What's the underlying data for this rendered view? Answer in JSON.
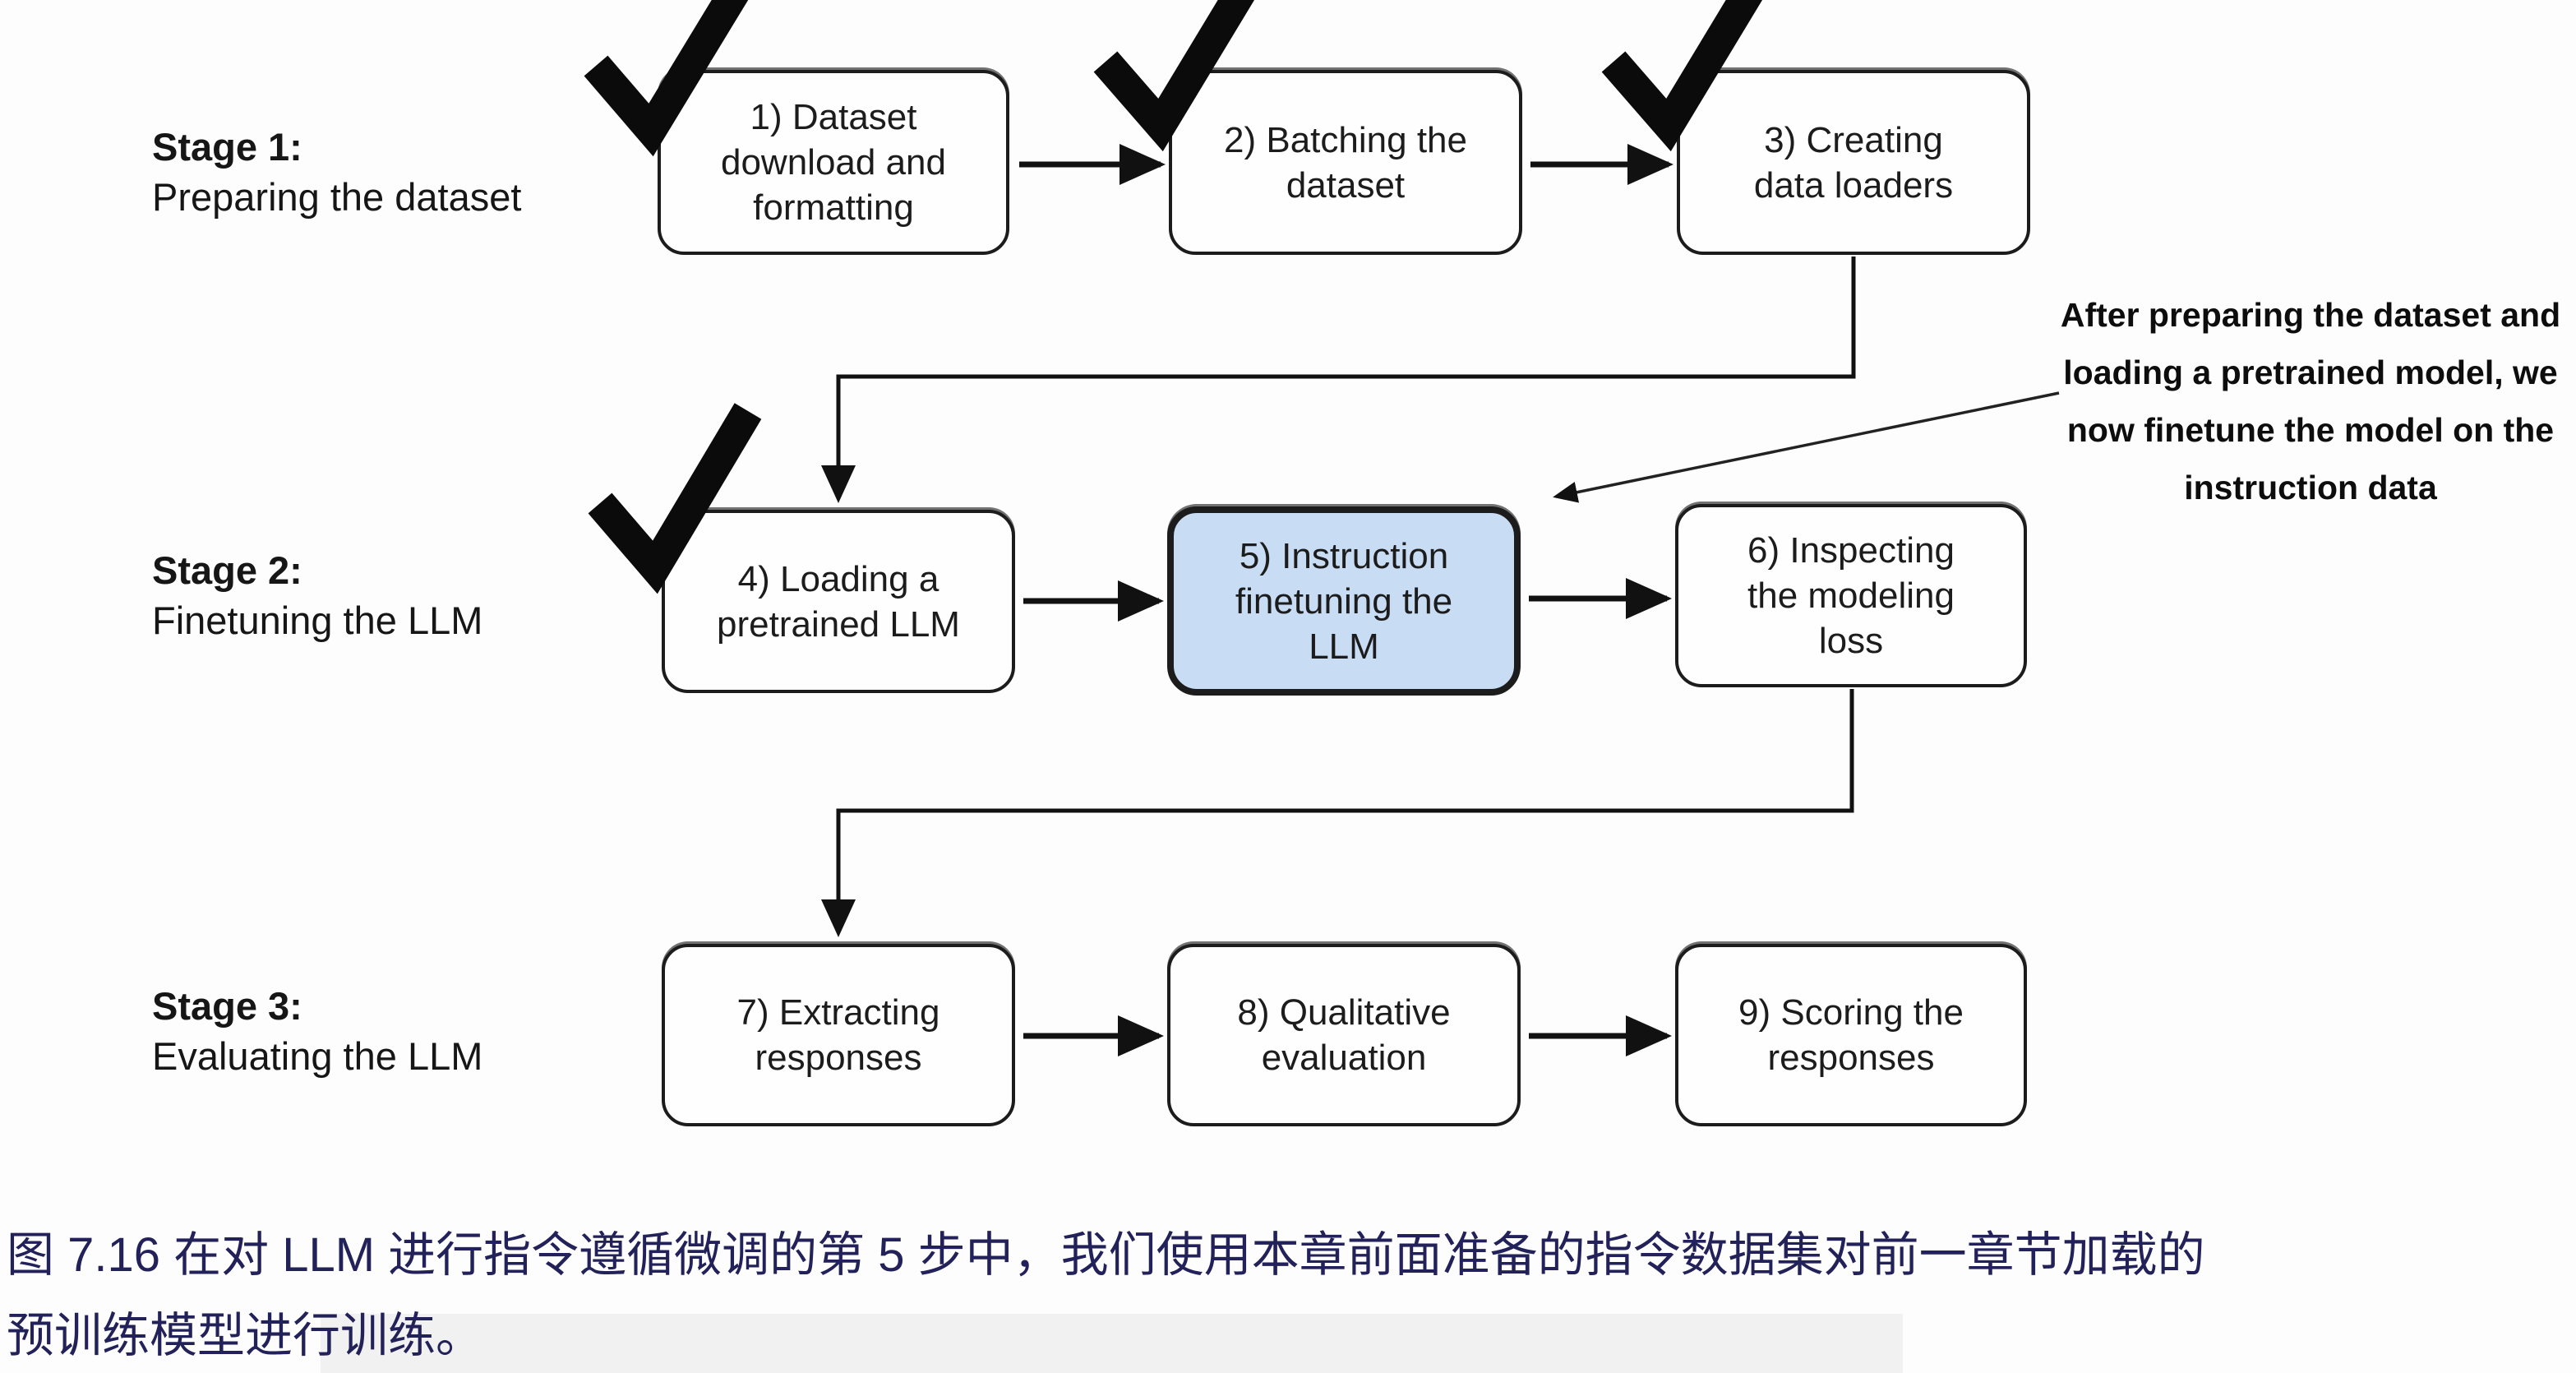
{
  "figure": {
    "stages": [
      {
        "title": "Stage 1:",
        "subtitle": "Preparing the dataset"
      },
      {
        "title": "Stage 2:",
        "subtitle": "Finetuning the LLM"
      },
      {
        "title": "Stage 3:",
        "subtitle": "Evaluating the LLM"
      }
    ],
    "boxes": [
      {
        "label": "1) Dataset\ndownload and\nformatting",
        "checked": true,
        "highlighted": false
      },
      {
        "label": "2) Batching the\ndataset",
        "checked": true,
        "highlighted": false
      },
      {
        "label": "3) Creating\ndata loaders",
        "checked": true,
        "highlighted": false
      },
      {
        "label": "4) Loading a\npretrained LLM",
        "checked": true,
        "highlighted": false
      },
      {
        "label": "5) Instruction\nfinetuning the\nLLM",
        "checked": false,
        "highlighted": true
      },
      {
        "label": "6) Inspecting\nthe modeling\nloss",
        "checked": false,
        "highlighted": false
      },
      {
        "label": "7) Extracting\nresponses",
        "checked": false,
        "highlighted": false
      },
      {
        "label": "8) Qualitative\nevaluation",
        "checked": false,
        "highlighted": false
      },
      {
        "label": "9) Scoring the\nresponses",
        "checked": false,
        "highlighted": false
      }
    ],
    "annotation": "After preparing the dataset and\nloading a pretrained model, we\nnow finetune the model on the\ninstruction data",
    "checkmark_icon": "checkmark"
  },
  "caption": {
    "text": "图 7.16 在对 LLM 进行指令遵循微调的第 5 步中，我们使用本章前面准备的指令数据集对前一章节加载的\n预训练模型进行训练。"
  },
  "colors": {
    "highlight_fill": "#c8dcf4",
    "box_border": "#1c1c1c",
    "caption_text": "#232159",
    "diagram_text": "#1c1c1c"
  }
}
